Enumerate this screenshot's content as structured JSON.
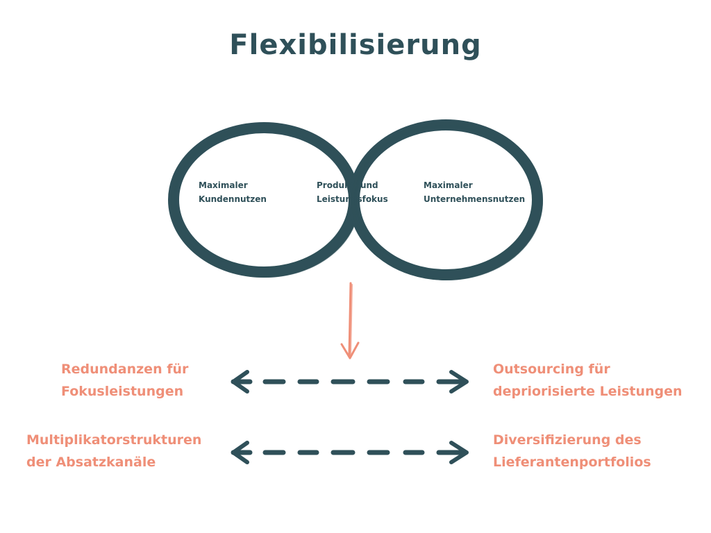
{
  "title": "Flexibilisierung",
  "venn": {
    "left": [
      "Maximaler",
      "Kundennutzen"
    ],
    "center": [
      "Produkt- und",
      "Leistungsfokus"
    ],
    "right": [
      "Maximaler",
      "Unternehmensnutzen"
    ]
  },
  "rows": [
    {
      "left": [
        "Redundanzen für",
        "Fokusleistungen"
      ],
      "right": [
        "Outsourcing für",
        "depriorisierte Leistungen"
      ]
    },
    {
      "left": [
        "Multiplikatorstrukturen",
        "der Absatzkanäle"
      ],
      "right": [
        "Diversifizierung des",
        "Lieferantenportfolios"
      ]
    }
  ],
  "colors": {
    "dark": "#2f5059",
    "accent": "#ef8f78"
  }
}
